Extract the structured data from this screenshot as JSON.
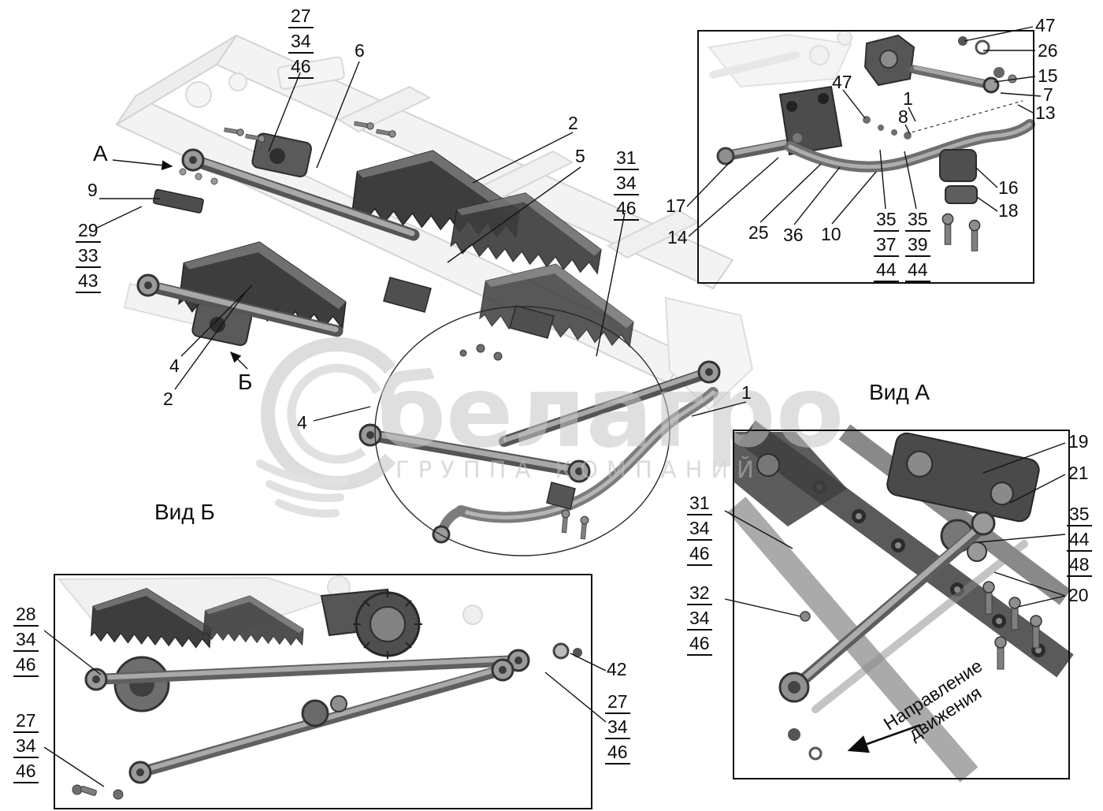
{
  "watermark": {
    "brand": "белагро",
    "subtitle": "ГРУППА КОМПАНИЙ"
  },
  "view_labels": {
    "view_a": "Вид А",
    "view_b": "Вид Б"
  },
  "direction": {
    "line1": "Направление",
    "line2": "движения"
  },
  "callouts": {
    "main": {
      "stack_top": [
        "27",
        "34",
        "46"
      ],
      "n6": "6",
      "n2_upper": "2",
      "n5": "5",
      "stack_right": [
        "31",
        "34",
        "46"
      ],
      "letter_a": "А",
      "n9": "9",
      "stack_left": [
        "29",
        "33",
        "43"
      ],
      "n4_left": "4",
      "n2_lower": "2",
      "letter_b": "Б",
      "n4_mid": "4",
      "n1": "1"
    },
    "inset_top_right": {
      "n47_top": "47",
      "n26": "26",
      "n15": "15",
      "n7": "7",
      "n13": "13",
      "n47_inner": "47",
      "n1": "1",
      "n8": "8",
      "n16": "16",
      "n18": "18",
      "n17": "17",
      "n14": "14",
      "n25": "25",
      "n36": "36",
      "n10": "10",
      "stack_a": [
        "35",
        "37",
        "44"
      ],
      "stack_b": [
        "35",
        "39",
        "44"
      ]
    },
    "view_a": {
      "n19": "19",
      "n21": "21",
      "stack_right": [
        "35",
        "44",
        "48"
      ],
      "n20": "20",
      "stack_31": [
        "31",
        "34",
        "46"
      ],
      "stack_32": [
        "32",
        "34",
        "46"
      ]
    },
    "view_b": {
      "stack_28": [
        "28",
        "34",
        "46"
      ],
      "n42": "42",
      "stack_27_right": [
        "27",
        "34",
        "46"
      ],
      "stack_27_left": [
        "27",
        "34",
        "46"
      ]
    }
  }
}
